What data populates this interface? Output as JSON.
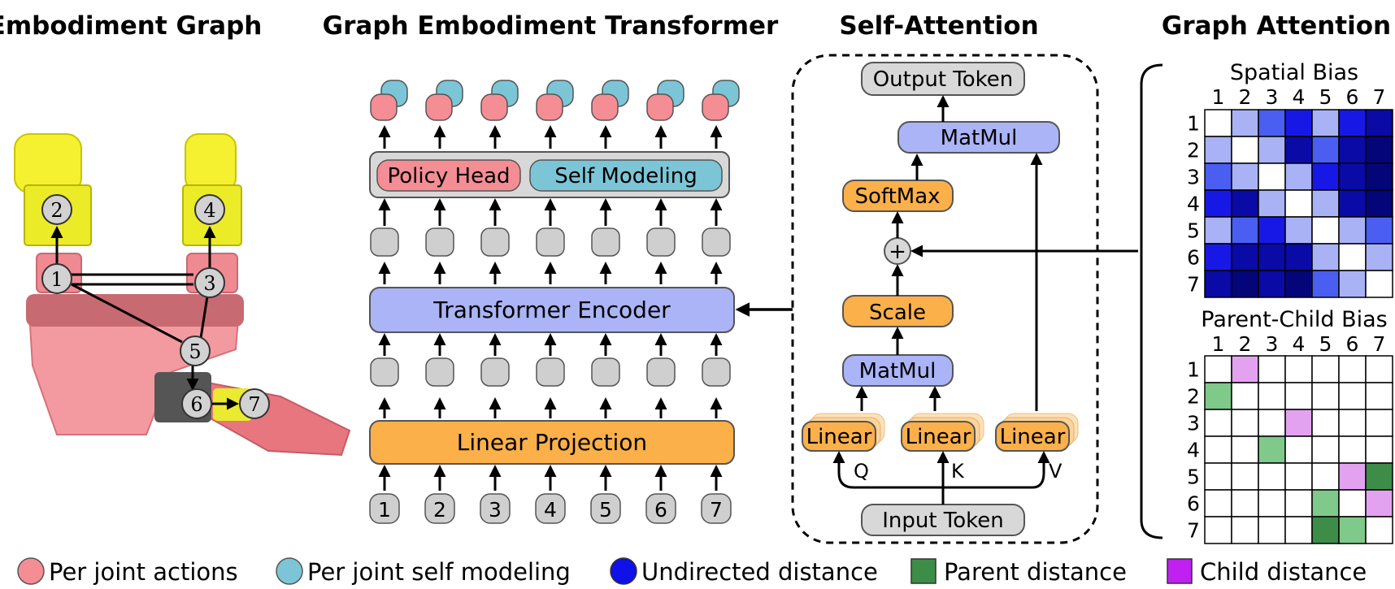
{
  "titles": {
    "embodiment_graph": "Embodiment Graph",
    "transformer": "Graph Embodiment Transformer",
    "self_attention": "Self-Attention",
    "graph_attention": "Graph Attention"
  },
  "graph_nodes": [
    "1",
    "2",
    "3",
    "4",
    "5",
    "6",
    "7"
  ],
  "transformer": {
    "input_tokens": [
      "1",
      "2",
      "3",
      "4",
      "5",
      "6",
      "7"
    ],
    "linear_projection": "Linear Projection",
    "encoder": "Transformer Encoder",
    "policy_head": "Policy Head",
    "self_modeling": "Self Modeling"
  },
  "self_attention": {
    "output_token": "Output Token",
    "matmul_top": "MatMul",
    "softmax": "SoftMax",
    "plus": "+",
    "scale": "Scale",
    "matmul_bottom": "MatMul",
    "linear_q": "Linear",
    "linear_k": "Linear",
    "linear_v": "Linear",
    "q": "Q",
    "k": "K",
    "v": "V",
    "input_token": "Input Token"
  },
  "graph_attention": {
    "spatial_bias_title": "Spatial Bias",
    "parent_child_title": "Parent-Child Bias",
    "indices": [
      "1",
      "2",
      "3",
      "4",
      "5",
      "6",
      "7"
    ],
    "spatial_matrix": [
      [
        0,
        1,
        2,
        3,
        1,
        3,
        4
      ],
      [
        1,
        0,
        1,
        4,
        2,
        4,
        5
      ],
      [
        2,
        1,
        0,
        1,
        3,
        4,
        5
      ],
      [
        3,
        4,
        1,
        0,
        1,
        4,
        5
      ],
      [
        1,
        2,
        3,
        1,
        0,
        1,
        2
      ],
      [
        3,
        4,
        4,
        4,
        1,
        0,
        1
      ],
      [
        4,
        5,
        4,
        5,
        2,
        1,
        0
      ]
    ],
    "spatial_colors": [
      "#ffffff",
      "#a8b2f5",
      "#4a5ef2",
      "#1818e6",
      "#0a0aa6",
      "#05057a"
    ],
    "parent_child_matrix": [
      [
        0,
        2,
        0,
        0,
        0,
        0,
        0
      ],
      [
        1,
        0,
        0,
        0,
        0,
        0,
        0
      ],
      [
        0,
        0,
        0,
        2,
        0,
        0,
        0
      ],
      [
        0,
        0,
        1,
        0,
        0,
        0,
        0
      ],
      [
        0,
        0,
        0,
        0,
        0,
        2,
        3
      ],
      [
        0,
        0,
        0,
        0,
        1,
        0,
        2
      ],
      [
        0,
        0,
        0,
        0,
        3,
        1,
        0
      ]
    ],
    "parent_child_colors": [
      "#ffffff",
      "#7fc98a",
      "#e3a2f0",
      "#3d8c48"
    ]
  },
  "legend": {
    "per_joint_actions": "Per joint actions",
    "per_joint_self_modeling": "Per joint self modeling",
    "undirected_distance": "Undirected distance",
    "parent_distance": "Parent distance",
    "child_distance": "Child distance"
  },
  "colors": {
    "pink": "#f58d94",
    "cyan": "#7cc5d6",
    "orange": "#fbb04a",
    "lavender": "#aab4f6",
    "gray": "#cfcfcf",
    "blue": "#1010e8",
    "green": "#3d8c48",
    "purple": "#c020f0",
    "yellow": "#f5f030"
  }
}
